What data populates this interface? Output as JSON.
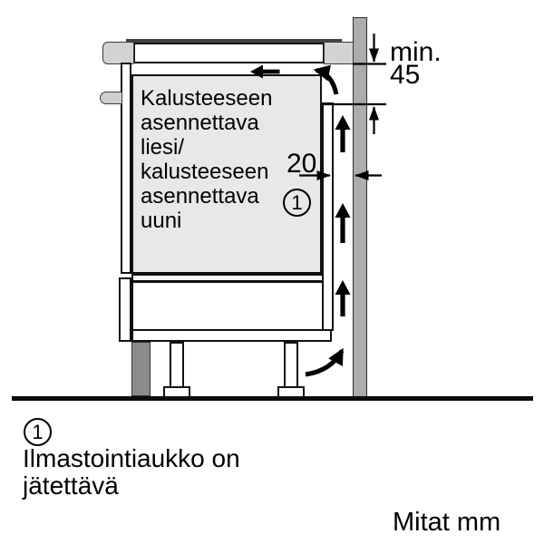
{
  "figure": {
    "appliance_note": "Kalusteeseen\nasennettava\nliesi/\nkalusteeseen\nasennettava\nuuni",
    "dim_top_clearance": {
      "prefix": "min.",
      "value": "45"
    },
    "dim_rear_gap": "20",
    "callout_number": "1"
  },
  "legend": {
    "item_number": "1",
    "item_text": "Ilmastointiaukko on\njätettävä"
  },
  "footer": {
    "units_label": "Mitat mm"
  },
  "colors": {
    "appliance_fill": "#e8e8e8",
    "wall_fill": "#acacac",
    "plinth_fill": "#8b8b8b",
    "trim_fill": "#d3d3d3",
    "outline": "#111111",
    "background": "#ffffff"
  }
}
